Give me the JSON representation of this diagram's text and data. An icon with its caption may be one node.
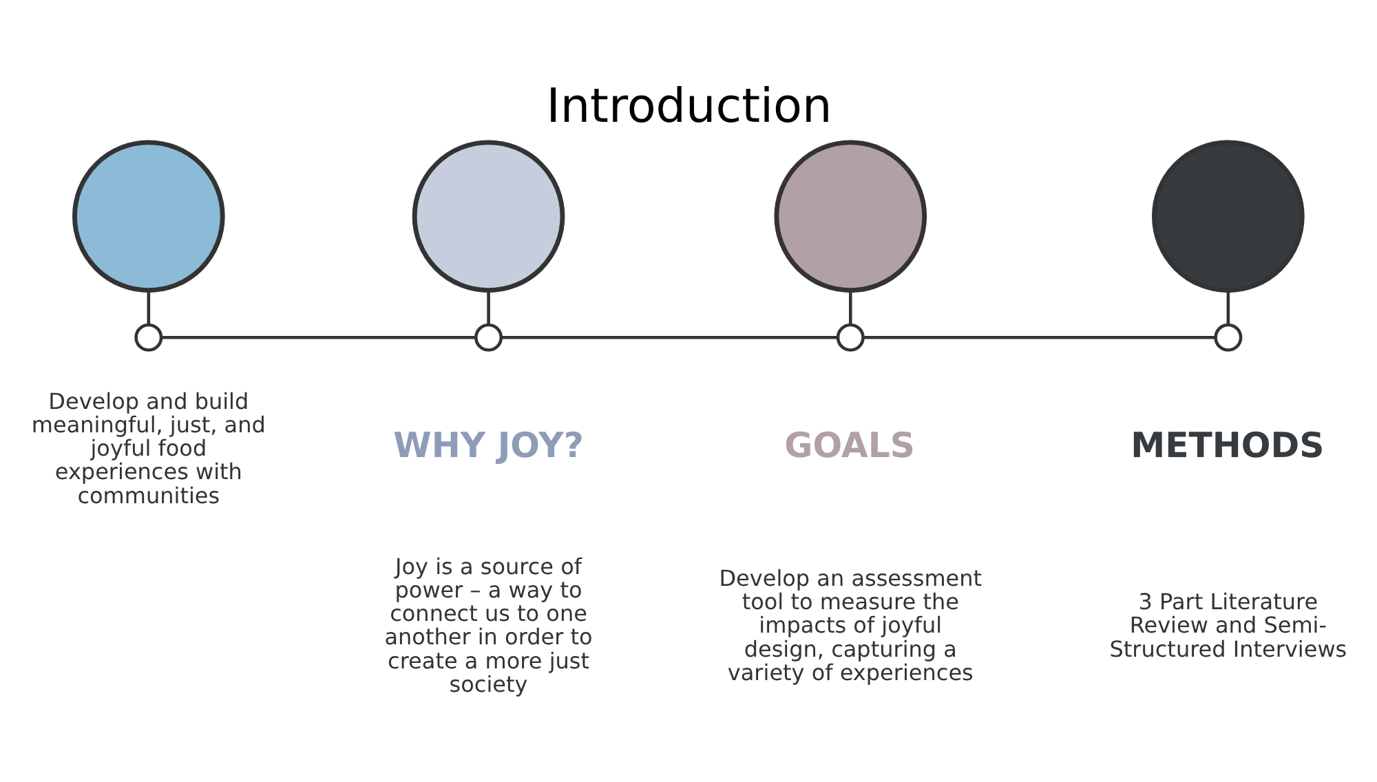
{
  "diagram": {
    "title": "Introduction",
    "nodes": [
      {
        "text": [],
        "shape": "circle"
      },
      {
        "text": [],
        "shape": "circle"
      },
      {
        "text": [],
        "shape": "circle"
      },
      {
        "text": [],
        "shape": "circle"
      },
      {
        "text": [],
        "shape": "circle"
      },
      {
        "text": [],
        "shape": "circle"
      },
      {
        "text": [],
        "shape": "circle"
      },
      {
        "text": [],
        "shape": "circle"
      }
    ],
    "edges": [
      {
        "from": 0,
        "to": 4,
        "arrow": "none"
      },
      {
        "from": 1,
        "to": 5,
        "arrow": "none"
      },
      {
        "from": 2,
        "to": 6,
        "arrow": "none"
      },
      {
        "from": 3,
        "to": 7,
        "arrow": "none"
      },
      {
        "from": 4,
        "to": 5,
        "arrow": "none"
      },
      {
        "from": 5,
        "to": 6,
        "arrow": "none"
      },
      {
        "from": 6,
        "to": 7,
        "arrow": "none"
      }
    ],
    "labels": [
      "Develop and build meaningful, just, and joyful food experiences with communities",
      "WHY JOY?",
      "Joy is a source of power – a way to connect us to one another in order to create a more just society",
      "GOALS",
      "Develop an assessment tool to measure the impacts of joyful design, capturing a variety of experiences",
      "METHODS",
      "3 Part Literature Review and Semi-Structured Interviews"
    ]
  }
}
